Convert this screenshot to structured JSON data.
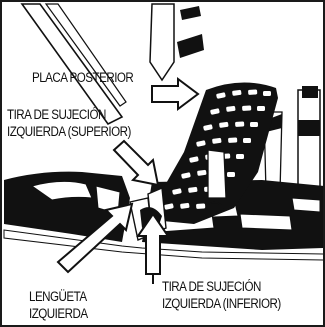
{
  "labels": {
    "placa_posterior": "PLACA POSTERIOR",
    "tira_superior_line1": "TIRA DE SUJECIÓN",
    "tira_superior_line2": "IZQUIERDA (SUPERIOR)",
    "lengueta_line1": "LENGÜETA",
    "lengueta_line2": "IZQUIERDA",
    "tira_inferior_line1": "TIRA DE SUJECIÓN",
    "tira_inferior_line2": "IZQUIERDA (INFERIOR)"
  },
  "colors": {
    "ink": "#111111",
    "background": "#ffffff",
    "frame": "#1a1a1a"
  }
}
